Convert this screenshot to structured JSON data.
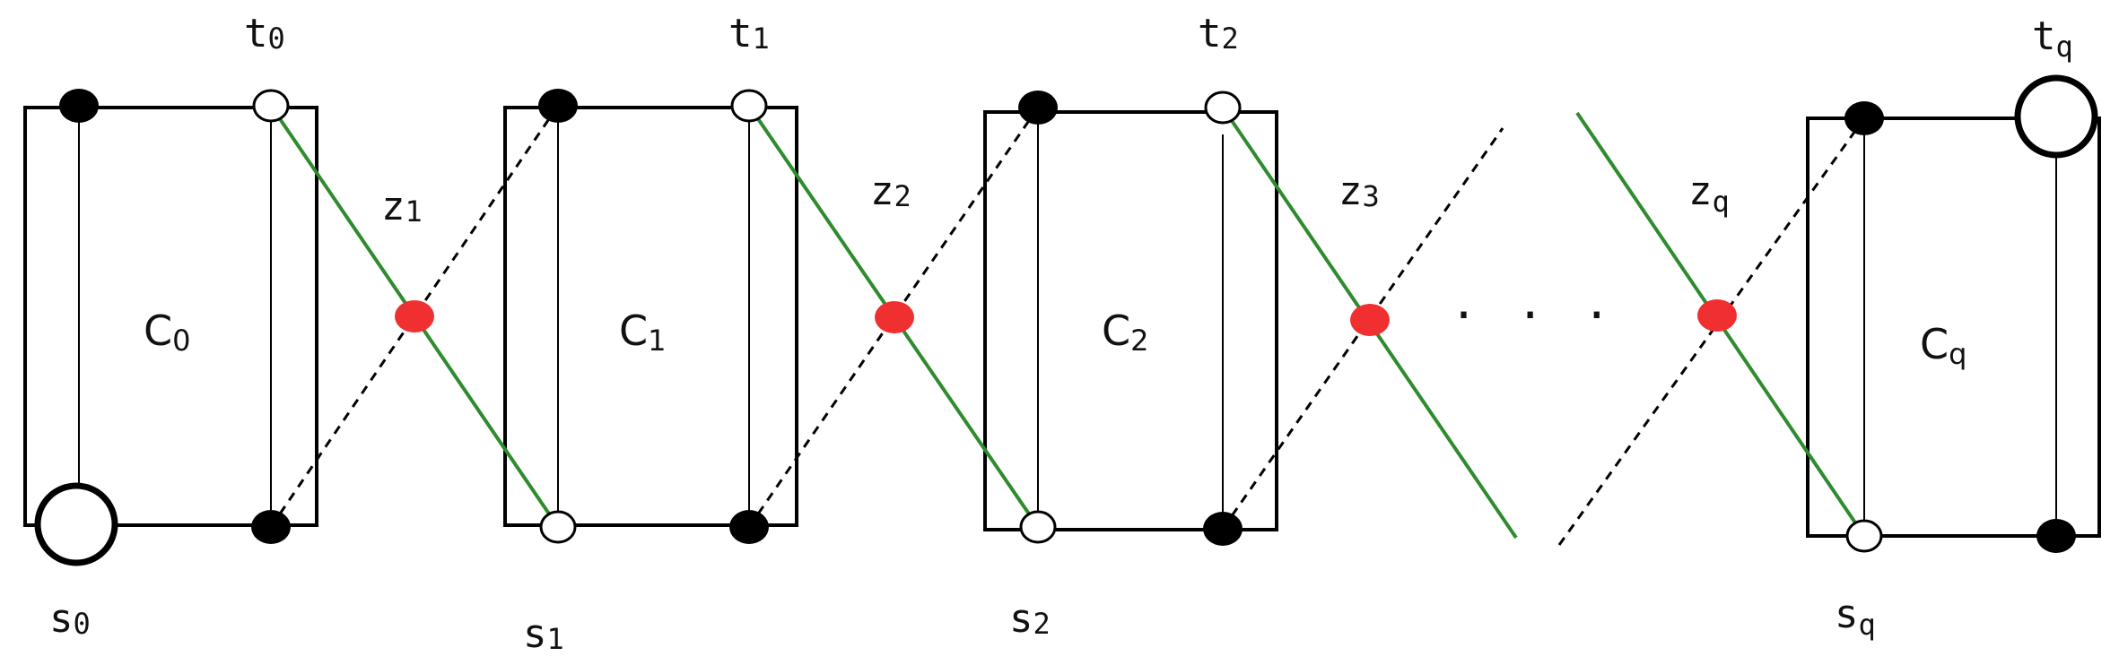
{
  "colors": {
    "ink": "#000000",
    "cross_solid": "#2e8b2e",
    "crossing": "#f03030"
  },
  "components": [
    {
      "base": "C",
      "sub": "0"
    },
    {
      "base": "C",
      "sub": "1"
    },
    {
      "base": "C",
      "sub": "2"
    },
    {
      "base": "C",
      "sub": "q"
    }
  ],
  "t_labels": [
    {
      "base": "t",
      "sub": "0"
    },
    {
      "base": "t",
      "sub": "1"
    },
    {
      "base": "t",
      "sub": "2"
    },
    {
      "base": "t",
      "sub": "q"
    }
  ],
  "s_labels": [
    {
      "base": "s",
      "sub": "0"
    },
    {
      "base": "s",
      "sub": "1"
    },
    {
      "base": "s",
      "sub": "2"
    },
    {
      "base": "s",
      "sub": "q"
    }
  ],
  "z_labels": [
    {
      "base": "z",
      "sub": "1"
    },
    {
      "base": "z",
      "sub": "2"
    },
    {
      "base": "z",
      "sub": "3"
    },
    {
      "base": "z",
      "sub": "q"
    }
  ],
  "ellipsis": "· · ·"
}
